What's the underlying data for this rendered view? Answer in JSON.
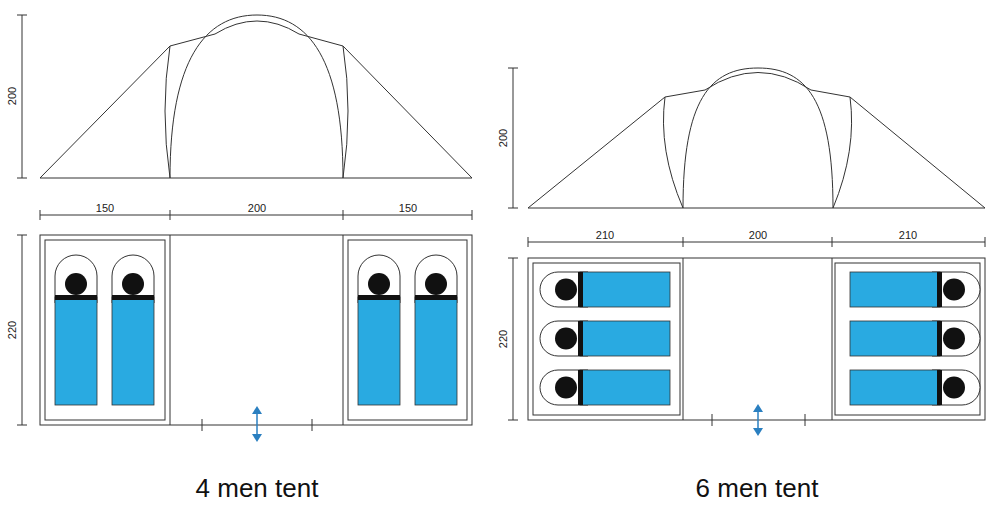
{
  "diagram": {
    "labels": [
      "200",
      "150",
      "200",
      "150",
      "220",
      "4 men tent",
      "200",
      "210",
      "200",
      "210",
      "220",
      "6 men tent"
    ]
  }
}
